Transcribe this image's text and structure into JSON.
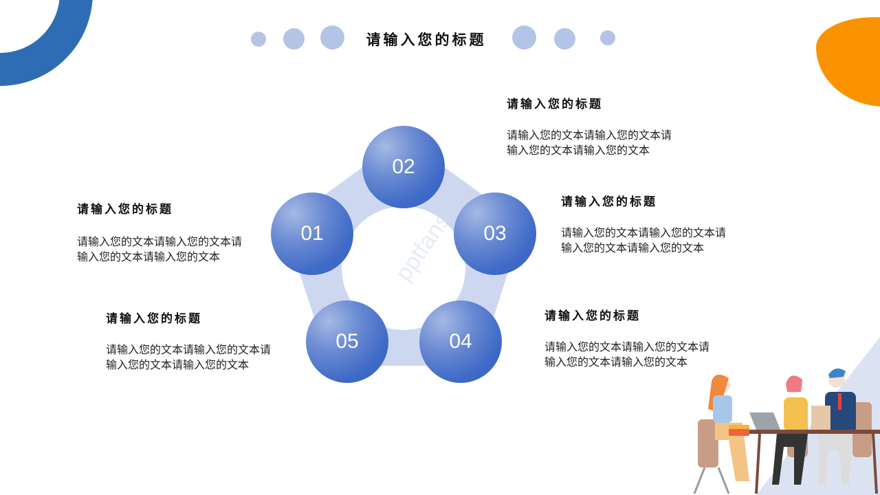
{
  "slide": {
    "title": "请输入您的标题",
    "colors": {
      "accent_blue": "#2e6db4",
      "orange": "#fb9200",
      "dot": "#b4c4e6",
      "connector": "#cdd8f0",
      "circle": "#4a72c9"
    },
    "watermark": "pptfans"
  },
  "cycle": {
    "nodes": [
      {
        "label": "01"
      },
      {
        "label": "02"
      },
      {
        "label": "03"
      },
      {
        "label": "04"
      },
      {
        "label": "05"
      }
    ]
  },
  "items": [
    {
      "number": "01",
      "title": "请输入您的标题",
      "text": "请输入您的文本请输入您的文本请输入您的文本请输入您的文本"
    },
    {
      "number": "02",
      "title": "请输入您的标题",
      "text": "请输入您的文本请输入您的文本请输入您的文本请输入您的文本"
    },
    {
      "number": "03",
      "title": "请输入您的标题",
      "text": "请输入您的文本请输入您的文本请输入您的文本请输入您的文本"
    },
    {
      "number": "04",
      "title": "请输入您的标题",
      "text": "请输入您的文本请输入您的文本请输入您的文本请输入您的文本"
    },
    {
      "number": "05",
      "title": "请输入您的标题",
      "text": "请输入您的文本请输入您的文本请输入您的文本请输入您的文本"
    }
  ],
  "illustration": {
    "description": "three people meeting at a table with laptop"
  }
}
